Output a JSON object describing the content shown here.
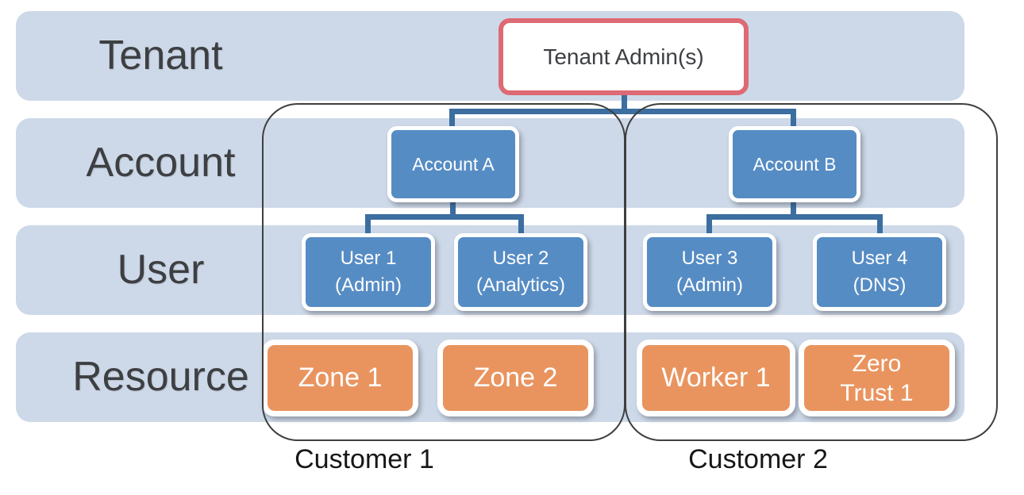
{
  "layers": [
    {
      "label": "Tenant"
    },
    {
      "label": "Account"
    },
    {
      "label": "User"
    },
    {
      "label": "Resource"
    }
  ],
  "tenant_admin": {
    "label": "Tenant Admin(s)"
  },
  "customers": [
    {
      "label": "Customer 1",
      "account": "Account A",
      "users": [
        {
          "name": "User 1",
          "role": "(Admin)"
        },
        {
          "name": "User 2",
          "role": "(Analytics)"
        }
      ],
      "resources": [
        "Zone 1",
        "Zone 2"
      ]
    },
    {
      "label": "Customer 2",
      "account": "Account B",
      "users": [
        {
          "name": "User 3",
          "role": "(Admin)"
        },
        {
          "name": "User 4",
          "role": "(DNS)"
        }
      ],
      "resources": [
        "Worker 1",
        "Zero Trust 1"
      ]
    }
  ],
  "colors": {
    "layer_band": "#cdd9e8",
    "entity_blue": "#568cc4",
    "resource_orange": "#e9945f",
    "admin_border_red": "#dd6a74",
    "connector_blue": "#3c6e9f",
    "group_outline": "#3f3f3f",
    "label_text": "#3d3f42"
  }
}
